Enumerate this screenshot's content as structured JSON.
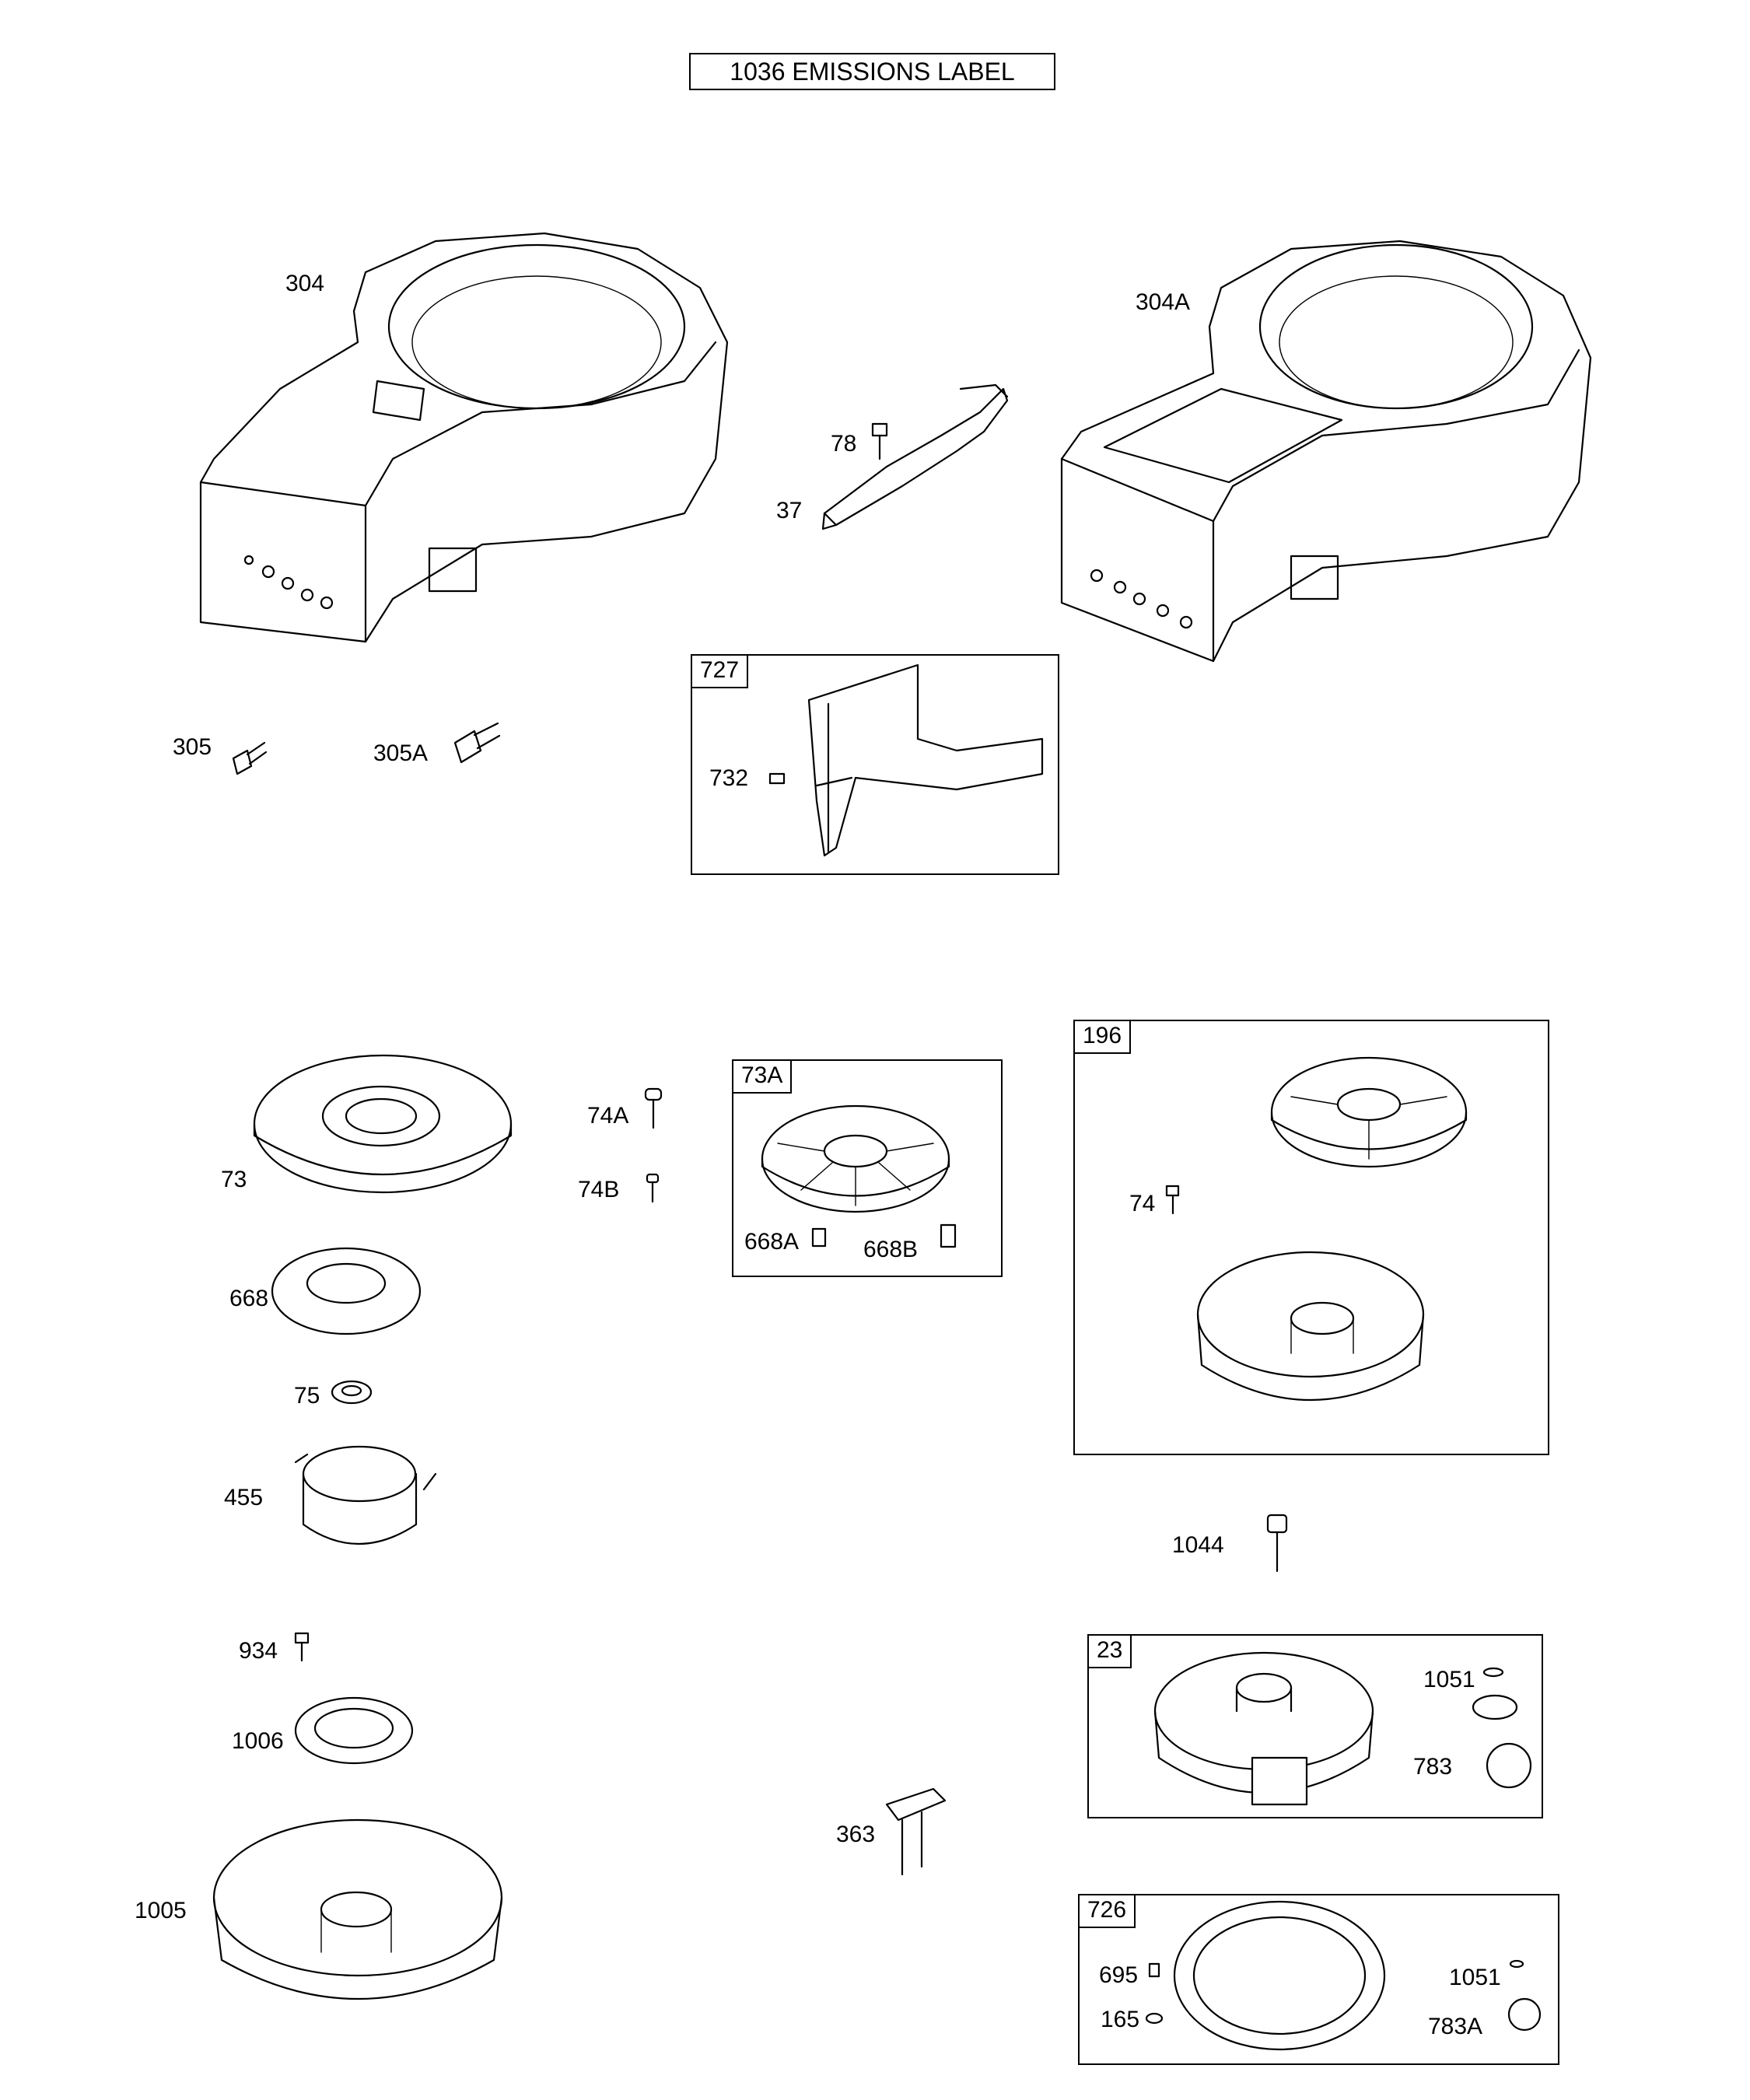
{
  "header": {
    "title": "1036 EMISSIONS LABEL"
  },
  "labels": {
    "p304": "304",
    "p304A": "304A",
    "p78": "78",
    "p37": "37",
    "p305": "305",
    "p305A": "305A",
    "p732": "732",
    "p73": "73",
    "p74A": "74A",
    "p74B": "74B",
    "p668A": "668A",
    "p668B": "668B",
    "p74": "74",
    "p668": "668",
    "p75": "75",
    "p455": "455",
    "p1044": "1044",
    "p934": "934",
    "p1006": "1006",
    "p1051a": "1051",
    "p783": "783",
    "p363": "363",
    "p1005": "1005",
    "p695": "695",
    "p165": "165",
    "p1051b": "1051",
    "p783A": "783A"
  },
  "boxes": {
    "b727": "727",
    "b73A": "73A",
    "b196": "196",
    "b23": "23",
    "b726": "726"
  }
}
